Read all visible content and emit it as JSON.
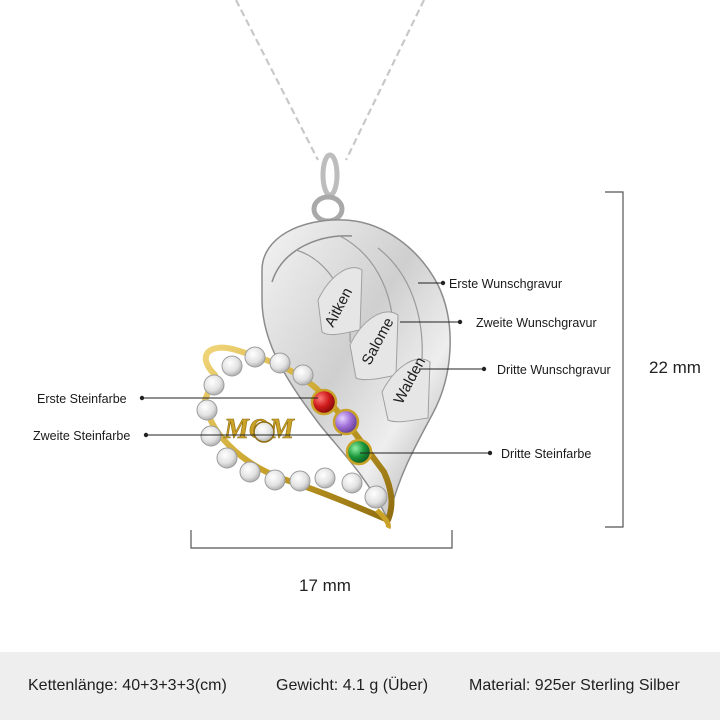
{
  "callouts": {
    "engraving_1": "Erste Wunschgravur",
    "engraving_2": "Zweite Wunschgravur",
    "engraving_3": "Dritte Wunschgravur",
    "stone_1": "Erste Steinfarbe",
    "stone_2": "Zweite Steinfarbe",
    "stone_3": "Dritte Steinfarbe"
  },
  "engravings": [
    "Aitken",
    "Salome",
    "Walden"
  ],
  "pendant_text": "MOM",
  "dimensions": {
    "height": "22 mm",
    "width": "17 mm"
  },
  "specs": {
    "chain_length": "Kettenlänge: 40+3+3+3(cm)",
    "weight": "Gewicht: 4.1 g (Über)",
    "material": "Material: 925er Sterling Silber"
  },
  "colors": {
    "silver": "#d9d9d9",
    "gold": "#c9a227",
    "stone_1": "#d01c1c",
    "stone_2": "#a070d8",
    "stone_3": "#1e9a3c",
    "footer_bg": "#eeeeee"
  }
}
